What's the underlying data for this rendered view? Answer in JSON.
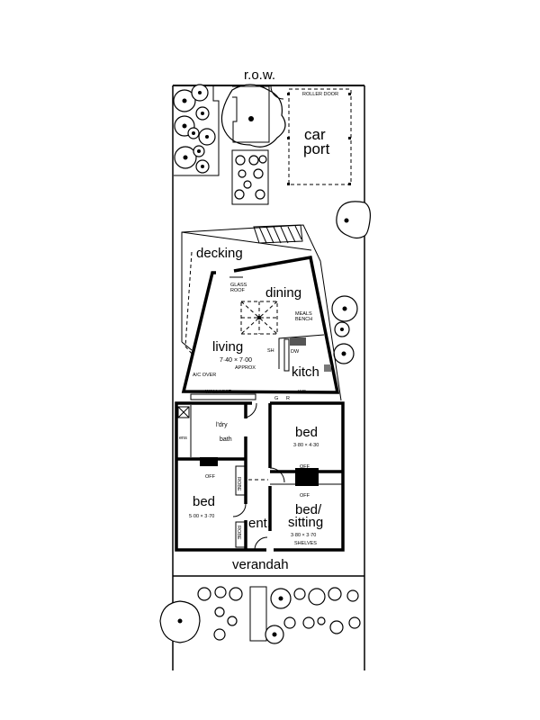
{
  "plan": {
    "row": "r.o.w.",
    "roller_door": "ROLLER DOOR",
    "carport": [
      "car",
      "port"
    ],
    "decking": "decking",
    "glass_roof": [
      "GLASS",
      "ROOF"
    ],
    "dining": "dining",
    "meals_bench": [
      "MEALS",
      "BENCH"
    ],
    "living": "living",
    "living_size": "7·40 × 7·00",
    "living_approx": "APPROX",
    "ac_over": "A/C OVER",
    "kitchen": "kitch",
    "sh": "SH",
    "dw": "DW",
    "wall_unit": "WALL UNIT",
    "g": "G",
    "r": "R",
    "wd": "WD",
    "laundry": "l'dry",
    "bath": "bath",
    "ens": "ens",
    "off": "OFF",
    "robe": "ROBE",
    "bed1": "bed",
    "bed1_size": "5·00 × 3·70",
    "bed2": "bed",
    "bed2_size": "3·80 × 4·30",
    "bed3": [
      "bed/",
      "sitting"
    ],
    "bed3_size": "3·80 × 3·70",
    "shelves": "SHELVES",
    "entry": "ent.",
    "verandah": "verandah"
  }
}
